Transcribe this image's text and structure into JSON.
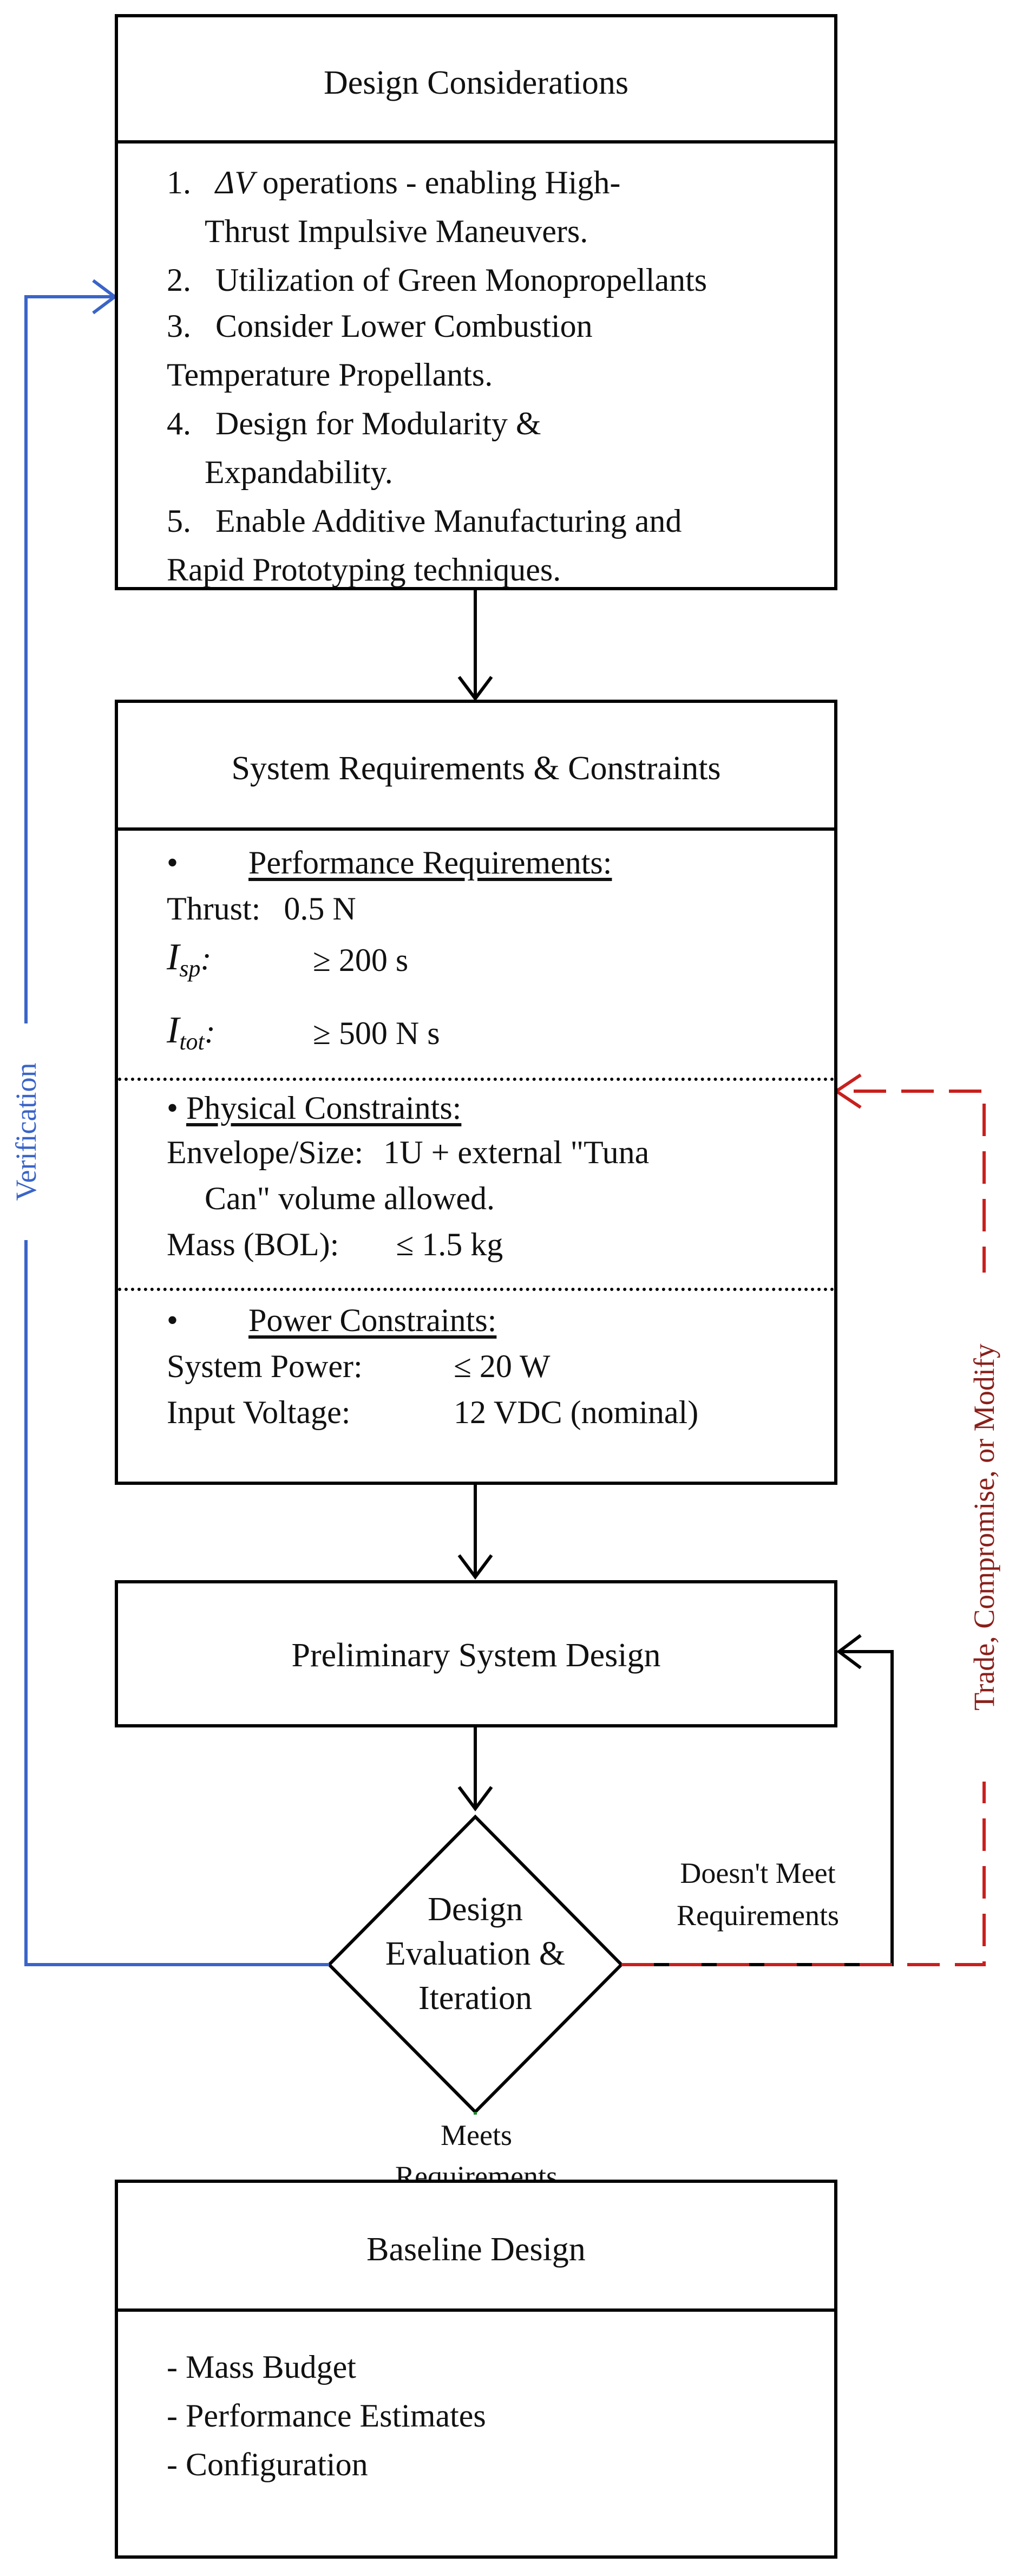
{
  "design_considerations": {
    "title": "Design Considerations",
    "items": [
      {
        "num": "1.",
        "pre_italic": "ΔV",
        "text": " operations - enabling High-",
        "cont": "Thrust Impulsive Maneuvers."
      },
      {
        "num": "2.",
        "text": "Utilization of Green Monopropellants"
      },
      {
        "num": "3.",
        "text": "Consider Lower Combustion",
        "cont": "Temperature Propellants."
      },
      {
        "num": "4.",
        "text": "Design for Modularity &",
        "cont": "Expandability."
      },
      {
        "num": "5.",
        "text": "Enable Additive Manufacturing and",
        "cont": "Rapid Prototyping techniques."
      }
    ]
  },
  "system_requirements": {
    "title": "System Requirements & Constraints",
    "performance": {
      "bullet": "•",
      "heading": "Performance Requirements:",
      "thrust_label": "Thrust:",
      "thrust_value": "0.5 N",
      "isp_label": "I",
      "isp_sub": "sp",
      "isp_colon": ":",
      "isp_value": "≥ 200 s",
      "itot_label": "I",
      "itot_sub": "tot",
      "itot_colon": ":",
      "itot_value": "≥ 500 N s"
    },
    "physical": {
      "bullet": "•",
      "heading": "Physical Constraints:",
      "envelope_label": "Envelope/Size:",
      "envelope_value": "1U + external \"Tuna",
      "envelope_cont": "Can\" volume allowed.",
      "mass_label": "Mass (BOL):",
      "mass_value": "≤ 1.5 kg"
    },
    "power": {
      "bullet": "•",
      "heading": "Power Constraints:",
      "power_label": "System Power:",
      "power_value": "≤ 20 W",
      "voltage_label": "Input Voltage:",
      "voltage_value": "12 VDC (nominal)"
    }
  },
  "preliminary_design": {
    "title": "Preliminary System Design"
  },
  "decision": {
    "line1": "Design",
    "line2": "Evaluation &",
    "line3": "Iteration"
  },
  "labels": {
    "verification": "Verification",
    "trade": "Trade, Compromise, or Modify",
    "doesnt_meet_1": "Doesn't Meet",
    "doesnt_meet_2": "Requirements",
    "meets_1": "Meets",
    "meets_2": "Requirements"
  },
  "baseline": {
    "title": "Baseline Design",
    "items": [
      "- Mass Budget",
      "- Performance Estimates",
      "- Configuration"
    ]
  },
  "colors": {
    "verification": "#3a64c8",
    "trade": "#c8201e",
    "meets": "#1a8a2a",
    "box": "#000000"
  }
}
